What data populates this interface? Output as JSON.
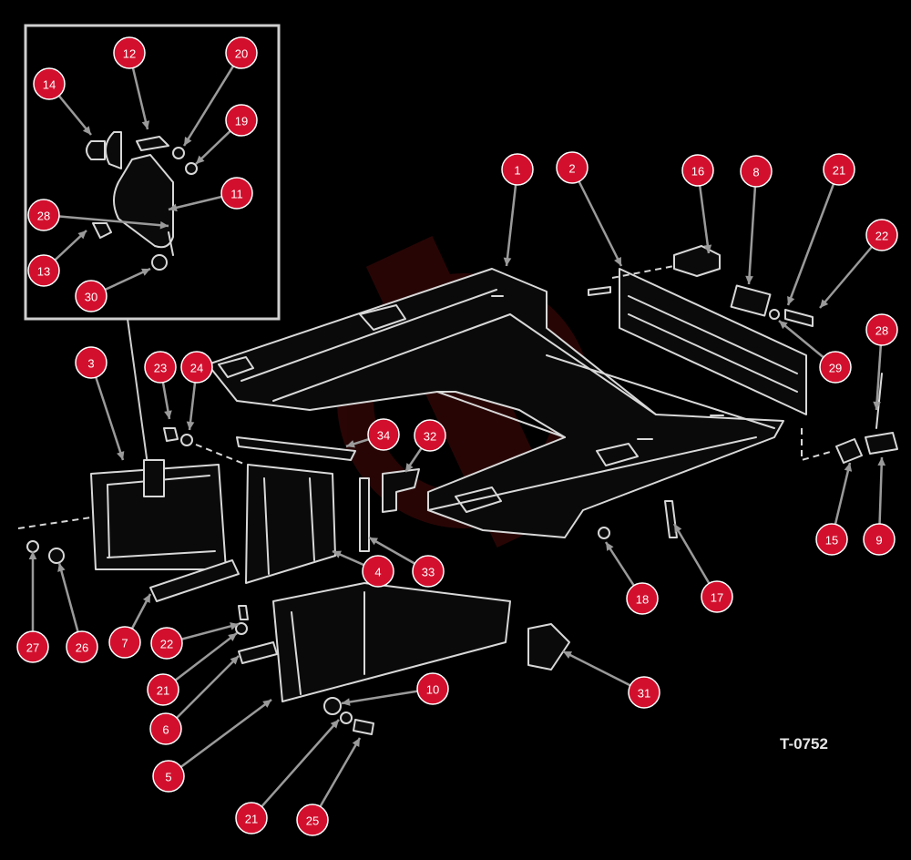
{
  "figure": {
    "reference_code": "T-0752",
    "colors": {
      "background": "#000000",
      "line": "#d8d8d8",
      "callout_fill": "#d2102e",
      "callout_stroke": "#ffffff",
      "leader": "#9a9a9a",
      "watermark": "#5a0c0c"
    },
    "callouts": [
      {
        "label": "1"
      },
      {
        "label": "2"
      },
      {
        "label": "3"
      },
      {
        "label": "4"
      },
      {
        "label": "5"
      },
      {
        "label": "6"
      },
      {
        "label": "7"
      },
      {
        "label": "8"
      },
      {
        "label": "9"
      },
      {
        "label": "10"
      },
      {
        "label": "11"
      },
      {
        "label": "12"
      },
      {
        "label": "13"
      },
      {
        "label": "14"
      },
      {
        "label": "15"
      },
      {
        "label": "16"
      },
      {
        "label": "17"
      },
      {
        "label": "18"
      },
      {
        "label": "19"
      },
      {
        "label": "20"
      },
      {
        "label": "21"
      },
      {
        "label": "22"
      },
      {
        "label": "23"
      },
      {
        "label": "24"
      },
      {
        "label": "25"
      },
      {
        "label": "26"
      },
      {
        "label": "27"
      },
      {
        "label": "28"
      },
      {
        "label": "21"
      },
      {
        "label": "22"
      },
      {
        "label": "21"
      },
      {
        "label": "28"
      },
      {
        "label": "29"
      },
      {
        "label": "30"
      },
      {
        "label": "31"
      },
      {
        "label": "32"
      },
      {
        "label": "33"
      },
      {
        "label": "34"
      }
    ]
  }
}
